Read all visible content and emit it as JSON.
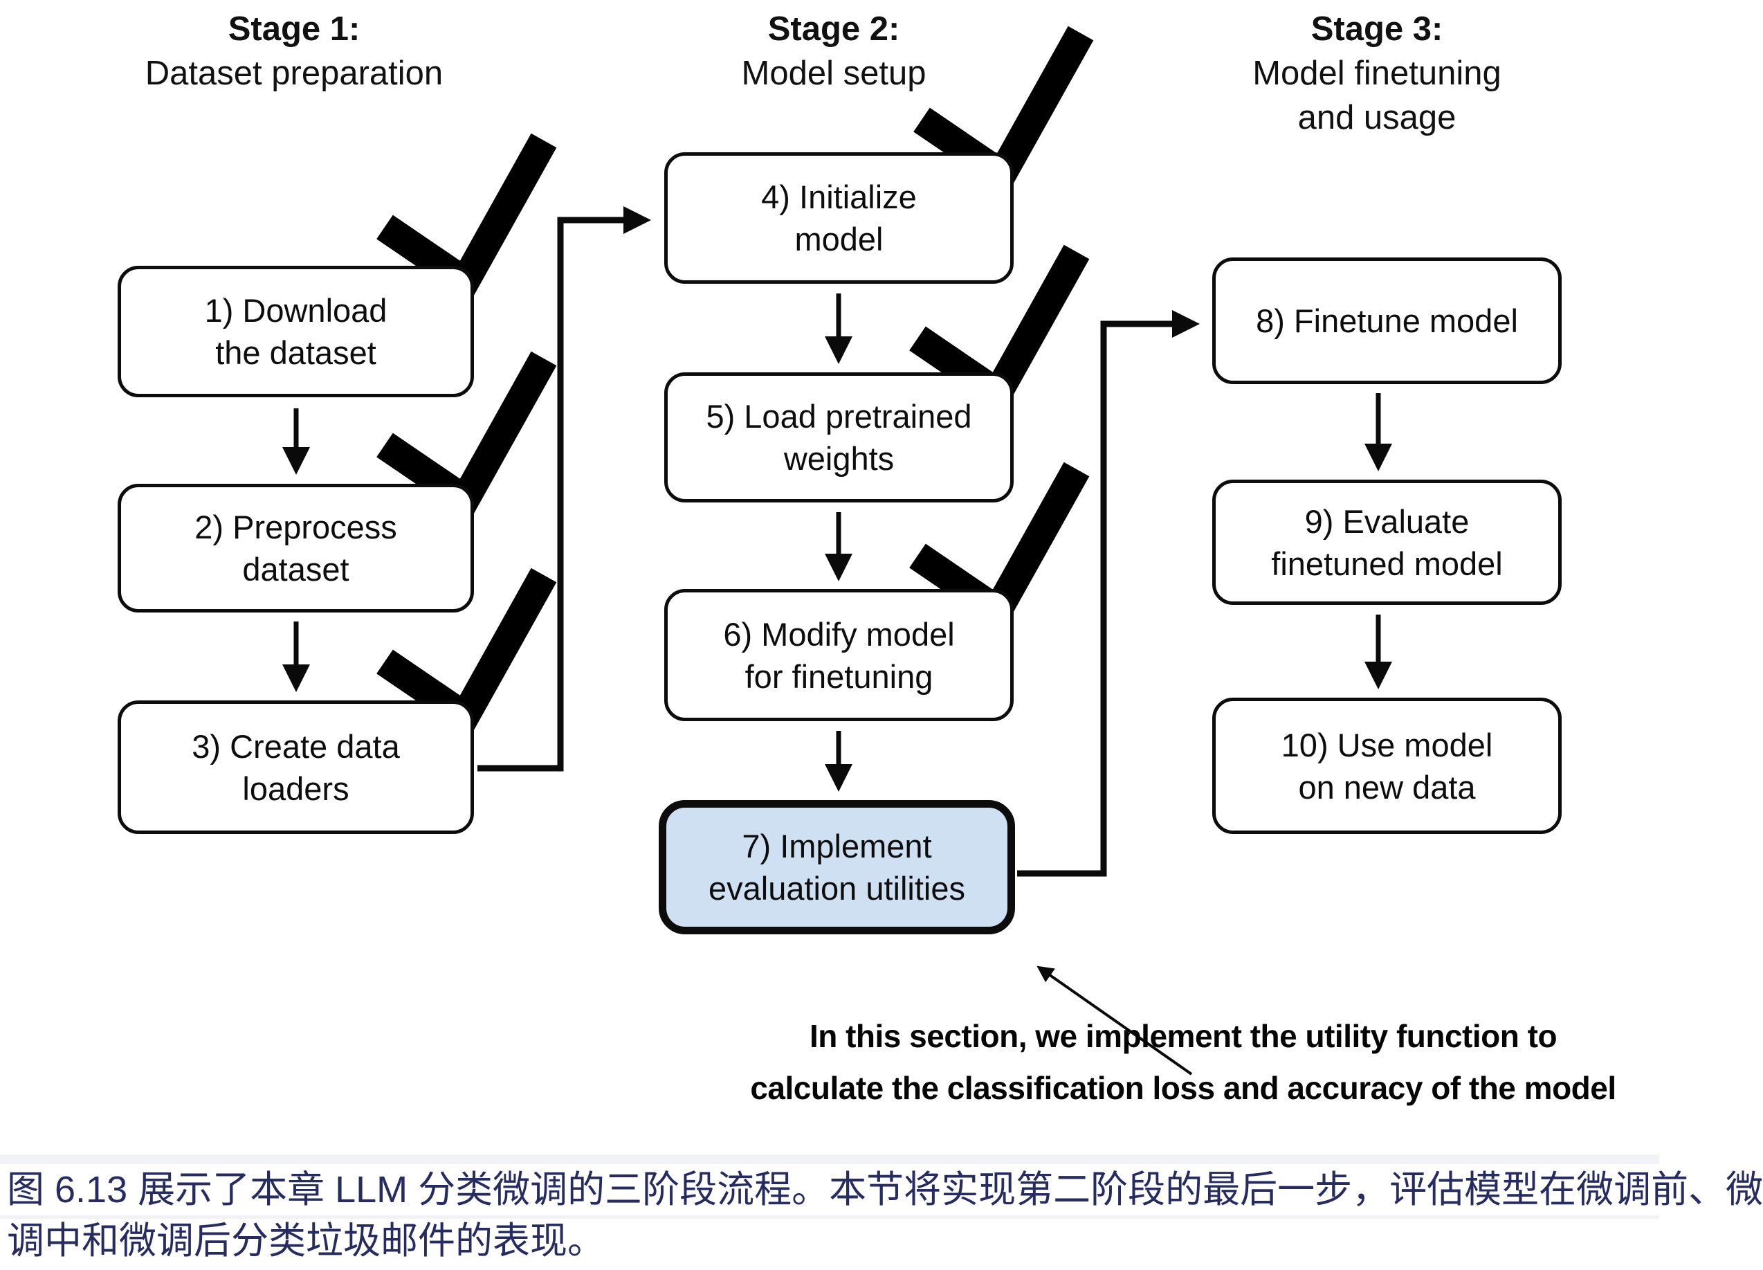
{
  "figure": {
    "stages": [
      {
        "label": "Stage 1:",
        "subtitle_lines": [
          "Dataset preparation",
          ""
        ]
      },
      {
        "label": "Stage 2:",
        "subtitle_lines": [
          "Model setup",
          ""
        ]
      },
      {
        "label": "Stage 3:",
        "subtitle_lines": [
          "Model finetuning",
          "and usage"
        ]
      }
    ],
    "boxes": [
      {
        "num": "1",
        "lines": [
          "1) Download",
          "the dataset"
        ],
        "checked": true,
        "highlighted": false
      },
      {
        "num": "2",
        "lines": [
          "2) Preprocess",
          "dataset"
        ],
        "checked": true,
        "highlighted": false
      },
      {
        "num": "3",
        "lines": [
          "3) Create data",
          "loaders"
        ],
        "checked": true,
        "highlighted": false
      },
      {
        "num": "4",
        "lines": [
          "4) Initialize",
          "model"
        ],
        "checked": true,
        "highlighted": false
      },
      {
        "num": "5",
        "lines": [
          "5) Load pretrained",
          "weights"
        ],
        "checked": true,
        "highlighted": false
      },
      {
        "num": "6",
        "lines": [
          "6) Modify model",
          "for finetuning"
        ],
        "checked": true,
        "highlighted": false
      },
      {
        "num": "7",
        "lines": [
          "7) Implement",
          "evaluation utilities"
        ],
        "checked": false,
        "highlighted": true
      },
      {
        "num": "8",
        "lines": [
          "8) Finetune model"
        ],
        "checked": false,
        "highlighted": false
      },
      {
        "num": "9",
        "lines": [
          "9) Evaluate",
          "finetuned model"
        ],
        "checked": false,
        "highlighted": false
      },
      {
        "num": "10",
        "lines": [
          "10) Use model",
          "on new data"
        ],
        "checked": false,
        "highlighted": false
      }
    ],
    "annotation": {
      "lines": [
        "In this section, we implement the utility function to",
        "calculate the classification loss and accuracy of the model"
      ]
    },
    "icons": {
      "check-icon": "✔"
    }
  },
  "caption": {
    "lines": [
      "图 6.13 展示了本章 LLM 分类微调的三阶段流程。本节将实现第二阶段的最后一步，评估模型在微调前、微",
      "调中和微调后分类垃圾邮件的表现。"
    ]
  },
  "colors": {
    "highlight_fill": "#cfe0f3",
    "box_border": "#0c0c0c",
    "diagram_text": "#0d0d0d",
    "caption_text": "#262b60",
    "caption_band": "#f2f3f6"
  }
}
